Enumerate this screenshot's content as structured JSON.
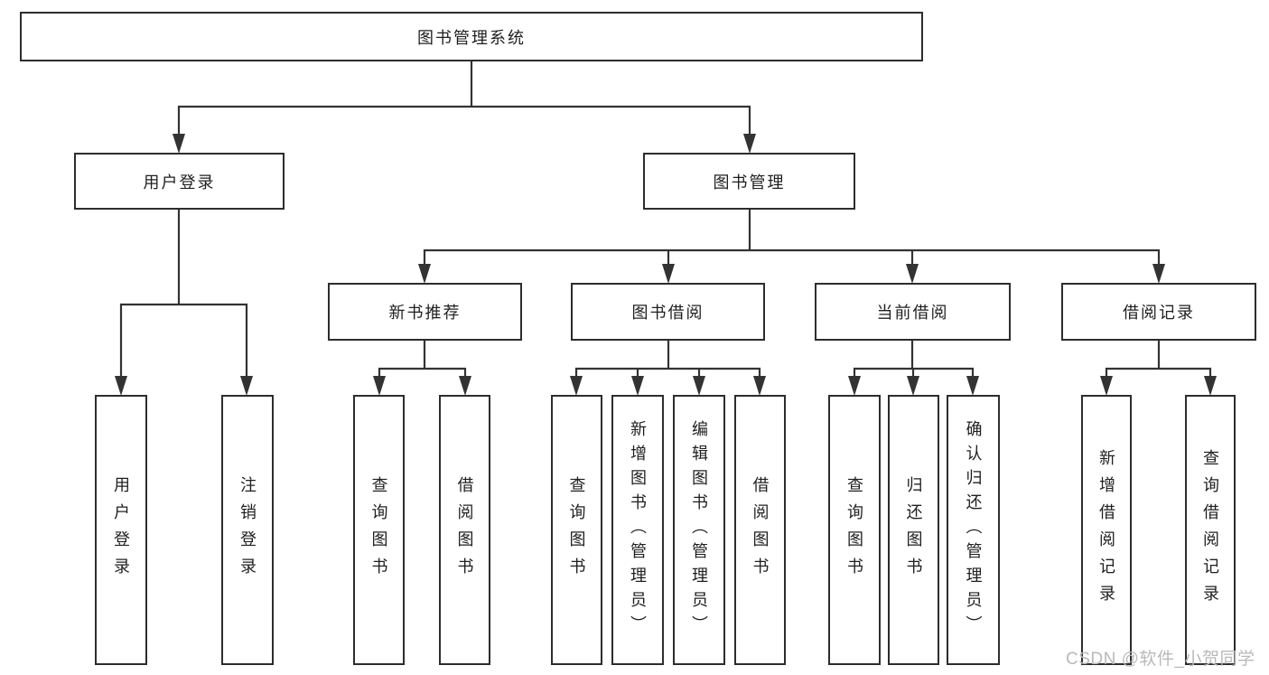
{
  "colors": {
    "background": "#ffffff",
    "line": "#333333",
    "box_border": "#2d2d2d",
    "box_fill": "#ffffff",
    "text": "#1f1f1f",
    "watermark": "#b9b9b9"
  },
  "tree": {
    "root": {
      "label": "图书管理系统",
      "children": [
        {
          "label": "用户登录",
          "children": [
            {
              "label": "用户登录"
            },
            {
              "label": "注销登录"
            }
          ]
        },
        {
          "label": "图书管理",
          "children": [
            {
              "label": "新书推荐",
              "children": [
                {
                  "label": "查询图书"
                },
                {
                  "label": "借阅图书"
                }
              ]
            },
            {
              "label": "图书借阅",
              "children": [
                {
                  "label": "查询图书"
                },
                {
                  "label": "新增图书（管理员）"
                },
                {
                  "label": "编辑图书（管理员）"
                },
                {
                  "label": "借阅图书"
                }
              ]
            },
            {
              "label": "当前借阅",
              "children": [
                {
                  "label": "查询图书"
                },
                {
                  "label": "归还图书"
                },
                {
                  "label": "确认归还（管理员）"
                }
              ]
            },
            {
              "label": "借阅记录",
              "children": [
                {
                  "label": "新增借阅记录"
                },
                {
                  "label": "查询借阅记录"
                }
              ]
            }
          ]
        }
      ]
    }
  },
  "watermark": {
    "text": "CSDN @软件_小贺同学"
  }
}
